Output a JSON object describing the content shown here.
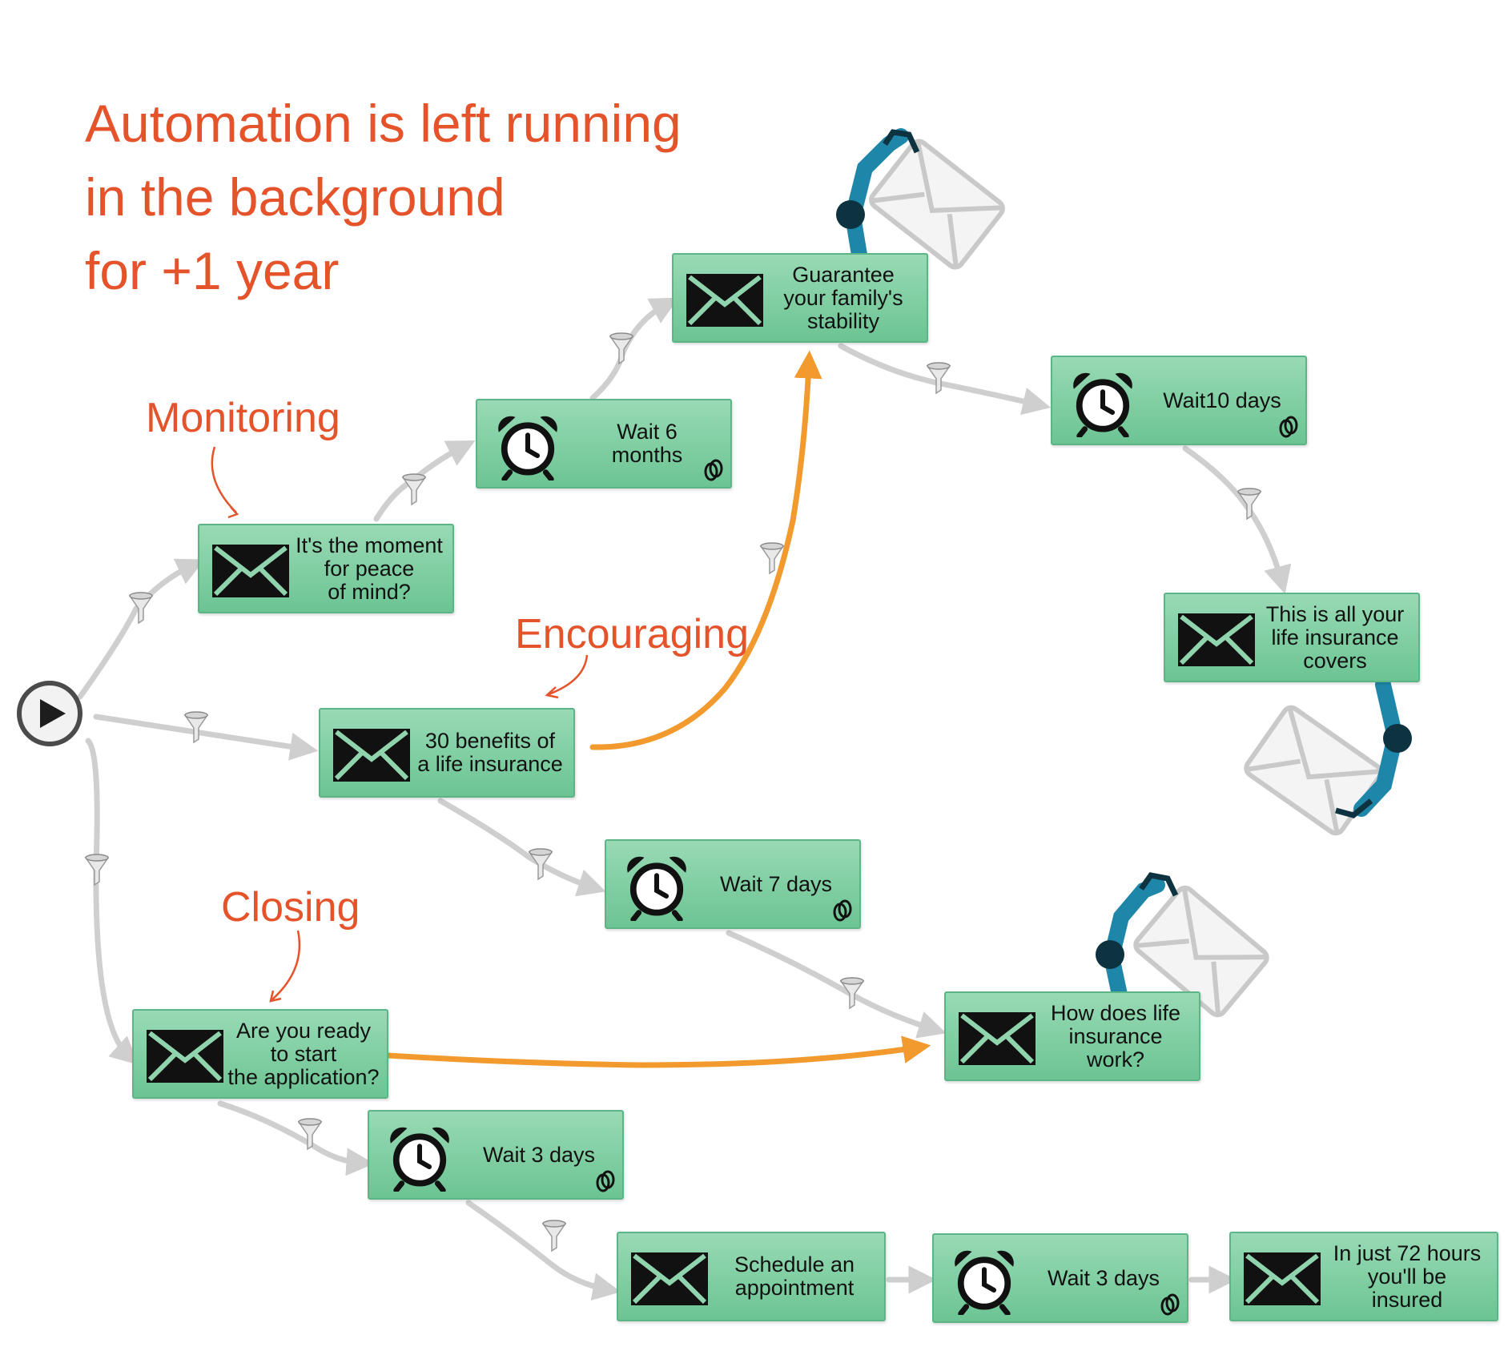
{
  "headline": {
    "line1": "Automation is left running",
    "line2": "in the background",
    "line3": "for +1 year"
  },
  "labels": {
    "monitoring": "Monitoring",
    "encouraging": "Encouraging",
    "closing": "Closing"
  },
  "nodes": {
    "moment_peace": "It's the moment\nfor  peace\nof mind?",
    "wait_6_months": "Wait 6\nmonths",
    "guarantee_family": "Guarantee\nyour family's\nstability",
    "wait_10_days": "Wait10 days",
    "all_covers": "This is all your\nlife insurance\ncovers",
    "benefits_30": "30 benefits of\na life insurance",
    "wait_7_days": "Wait 7 days",
    "how_works": "How does life\ninsurance work?",
    "ready_start": "Are you ready\nto start\nthe application?",
    "wait_3_days_a": "Wait 3 days",
    "schedule": "Schedule an\nappointment",
    "wait_3_days_b": "Wait 3 days",
    "insured_72": "In just 72 hours\nyou'll be\ninsured"
  },
  "colors": {
    "accent_text": "#e5532b",
    "node_fill": "#7fcfa2",
    "gray_connector": "#cfcfcf",
    "orange_connector": "#f29a2e",
    "robot_arm": "#1e86a8"
  },
  "icons": {
    "message": "envelope-icon",
    "wait": "alarm-clock-icon",
    "link": "link-icon",
    "start": "play-icon",
    "filter": "funnel-icon"
  }
}
